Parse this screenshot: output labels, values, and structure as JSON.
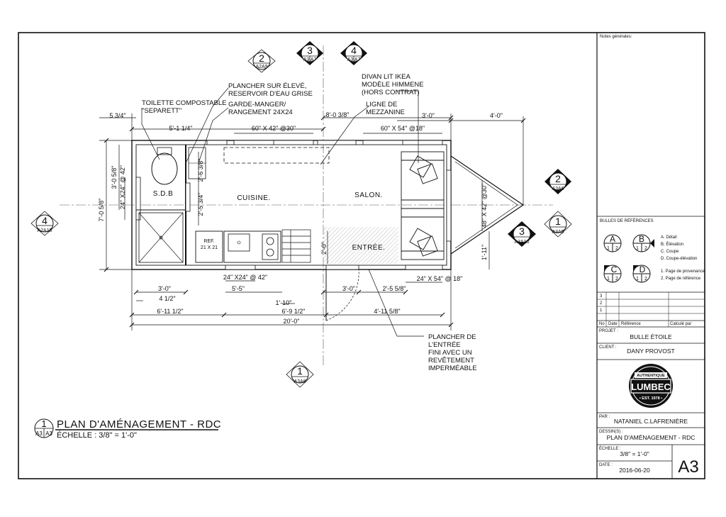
{
  "plan": {
    "rooms": {
      "sdb": "S.D.B",
      "cuisine": "CUISINE.",
      "salon": "SALON.",
      "entree": "ENTRÉE.",
      "ref_title": "REF.",
      "ref_size": "21 X 21"
    },
    "notes": {
      "toilette_1": "TOILETTE COMPOSTABLE",
      "toilette_2": "\"SEPARETT\"",
      "plancher_1": "PLANCHER SUR ÉLEVÉ,",
      "plancher_2": "RESERVOIR D'EAU GRISE",
      "garde_1": "GARDE-MANGER/",
      "garde_2": "RANGEMENT 24X24",
      "divan_1": "DIVAN LIT IKEA",
      "divan_2": "MODÈLE HIMMENE",
      "divan_3": "(HORS CONTRAT)",
      "ligne_1": "LIGNE DE",
      "ligne_2": "MEZZANINE",
      "entree_1": "PLANCHER DE",
      "entree_2": "L'ENTRÉE",
      "entree_3": "FINI AVEC UN",
      "entree_4": "REVÊTEMENT",
      "entree_5": "IMPERMÉABLE"
    },
    "dims": {
      "d_5_3_4": "5 3/4\"",
      "d_5_11_1_4": "5'-1 1/4\"",
      "d_60x42": "60\" X 42\" @30\"",
      "d_8_0_3_8": "8'-0 3/8\"",
      "d_60x54": "60\" X 54\" @18\"",
      "d_3_0_top": "3'-0\"",
      "d_4_0": "4'-0\"",
      "d_7_0_5_8": "7'-0 5/8\"",
      "d_3_0_5_8": "3'-0 5/8\"",
      "d_24x24_42_v": "24\" X24\" @ 42\"",
      "d_2_6_3_8": "2'-6 3/8\"",
      "d_2_5_3_4": "2'-5 3/4\"",
      "d_2_0": "2'-0\"",
      "d_48x42": "48\" X 42\" @30\"",
      "d_1_11": "1'-11\"",
      "d_3_0_bl": "3'-0\"",
      "d_4_1_2": "4 1/2\"",
      "d_24x24_42_h": "24\" X24\" @ 42\"",
      "d_5_5": "5'-5\"",
      "d_1_10": "1'-10\"",
      "d_3_0_bm": "3'-0\"",
      "d_2_5_5_8": "2'-5 5/8\"",
      "d_24x54": "24\" X 54\" @ 18\"",
      "d_6_11_1_2": "6'-11 1/2\"",
      "d_6_9_1_2": "6'-9 1/2\"",
      "d_4_11_5_8": "4'-11 5/8\"",
      "d_20_0": "20'-0\""
    },
    "bubbles": {
      "b1": {
        "num": "2",
        "ref": "A2A9"
      },
      "b2": {
        "num": "3",
        "ref_a": "A3",
        "ref_b": "A7"
      },
      "b3": {
        "num": "4",
        "ref_a": "A3",
        "ref_b": "A7"
      },
      "b4": {
        "num": "2",
        "ref": "A3A6"
      },
      "b5": {
        "num": "1",
        "ref": "A3A5"
      },
      "b6": {
        "num": "3",
        "ref": "A3A10"
      },
      "b7": {
        "num": "4",
        "ref": "A2A10"
      },
      "b8": {
        "num": "1",
        "ref": "A3A8"
      }
    },
    "title": {
      "num": "1",
      "ref_a": "A3",
      "ref_b": "A3",
      "name": "PLAN D'AMÉNAGEMENT - RDC",
      "scale": "ÉCHELLE : 3/8\" = 1'-0\""
    }
  },
  "titleblock": {
    "notes_label": "Notes générales:",
    "bulles_label": "BULLES DE RÉFÉRENCES",
    "legend": {
      "A": "A. Détail",
      "B": "B. Élévation",
      "C": "C. Coupe",
      "D": "D. Coupe-élévation",
      "p1": "1. Page de provenance",
      "p2": "2. Page de référence"
    },
    "rev_rows": [
      "3",
      "2",
      "1"
    ],
    "rev_header": {
      "no": "No",
      "date": "Date",
      "ref": "Référence",
      "calc": "Calculé par"
    },
    "projet_label": "PROJET :",
    "projet": "BULLE ÉTOILE",
    "client_label": "CLIENT :",
    "client": "DANY PROVOST",
    "logo": {
      "top": "AUTHENTIQUE",
      "main": "LUMBEC",
      "est": "• EST. 1978 •"
    },
    "par_label": "PAR :",
    "par": "NATANIEL C.LAFRENIÈRE",
    "dessin_label": "DESSIN(S) :",
    "dessin": "PLAN D'AMÉNAGEMENT - RDC",
    "echelle_label": "ÉCHELLE :",
    "echelle": "3/8\" = 1'-0\"",
    "date_label": "DATE :",
    "date": "2016-06-20",
    "sheet": "A3"
  }
}
